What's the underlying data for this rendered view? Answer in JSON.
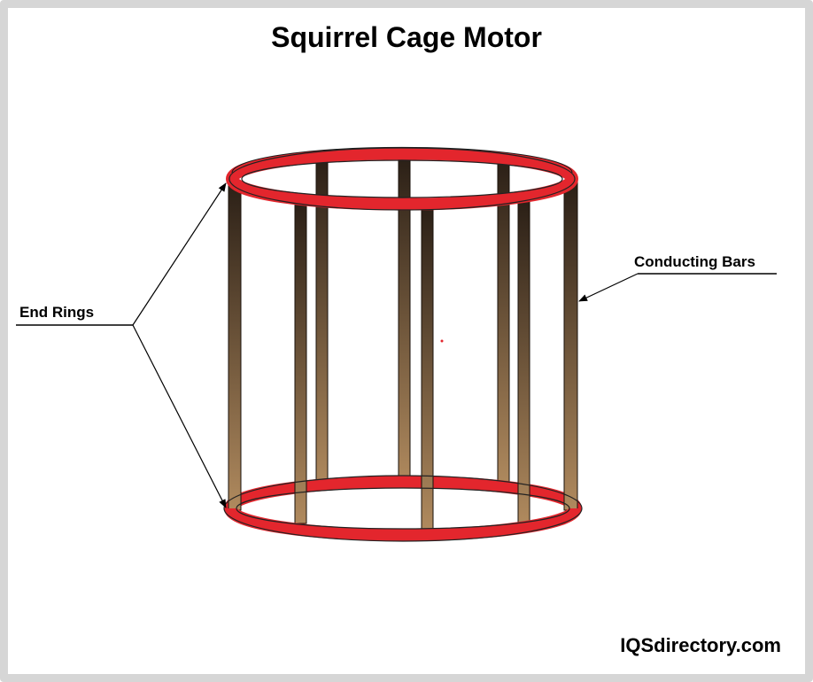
{
  "title": "Squirrel Cage Motor",
  "labels": {
    "end_rings": "End Rings",
    "conducting_bars": "Conducting Bars"
  },
  "footer": "IQSdirectory.com",
  "colors": {
    "ring": "#e3262d",
    "bar_dark": "#2a1f16",
    "bar_light": "#b08a5e",
    "frame": "#d6d6d6"
  }
}
